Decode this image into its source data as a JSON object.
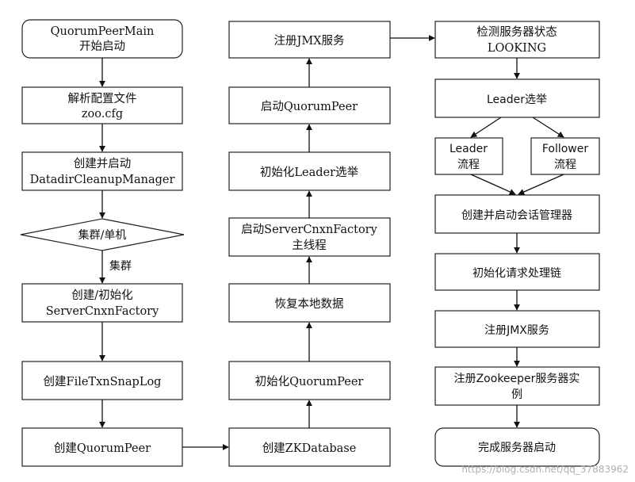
{
  "nodes": [
    {
      "id": "main",
      "lines": [
        "QuorumPeerMain",
        "开始启动"
      ]
    },
    {
      "id": "parse",
      "lines": [
        "解析配置文件",
        "zoo.cfg"
      ]
    },
    {
      "id": "cleanup",
      "lines": [
        "创建并启动",
        "DatadirCleanupManager"
      ]
    },
    {
      "id": "mode",
      "lines": [
        "集群/单机"
      ]
    },
    {
      "id": "cnxnfactory",
      "lines": [
        "创建/初始化",
        "ServerCnxnFactory"
      ]
    },
    {
      "id": "txnsnap",
      "lines": [
        "创建FileTxnSnapLog"
      ]
    },
    {
      "id": "createpeer",
      "lines": [
        "创建QuorumPeer"
      ]
    },
    {
      "id": "zkdb",
      "lines": [
        "创建ZKDatabase"
      ]
    },
    {
      "id": "initpeer",
      "lines": [
        "初始化QuorumPeer"
      ]
    },
    {
      "id": "restore",
      "lines": [
        "恢复本地数据"
      ]
    },
    {
      "id": "startfactory",
      "lines": [
        "启动ServerCnxnFactory",
        "主线程"
      ]
    },
    {
      "id": "initelect",
      "lines": [
        "初始化Leader选举"
      ]
    },
    {
      "id": "startpeer",
      "lines": [
        "启动QuorumPeer"
      ]
    },
    {
      "id": "jmx1",
      "lines": [
        "注册JMX服务"
      ]
    },
    {
      "id": "looking",
      "lines": [
        "检测服务器状态",
        "LOOKING"
      ]
    },
    {
      "id": "elect",
      "lines": [
        "Leader选举"
      ]
    },
    {
      "id": "leaderflow",
      "lines": [
        "Leader",
        "流程"
      ]
    },
    {
      "id": "followerflow",
      "lines": [
        "Follower",
        "流程"
      ]
    },
    {
      "id": "sessionmgr",
      "lines": [
        "创建并启动会话管理器"
      ]
    },
    {
      "id": "reqchain",
      "lines": [
        "初始化请求处理链"
      ]
    },
    {
      "id": "jmx2",
      "lines": [
        "注册JMX服务"
      ]
    },
    {
      "id": "zkinstance",
      "lines": [
        "注册Zookeeper服务器实",
        "例"
      ]
    },
    {
      "id": "done",
      "lines": [
        "完成服务器启动"
      ]
    }
  ],
  "edge_labels": {
    "cluster": "集群"
  },
  "watermark": "https://blog.csdn.net/qq_37883962"
}
